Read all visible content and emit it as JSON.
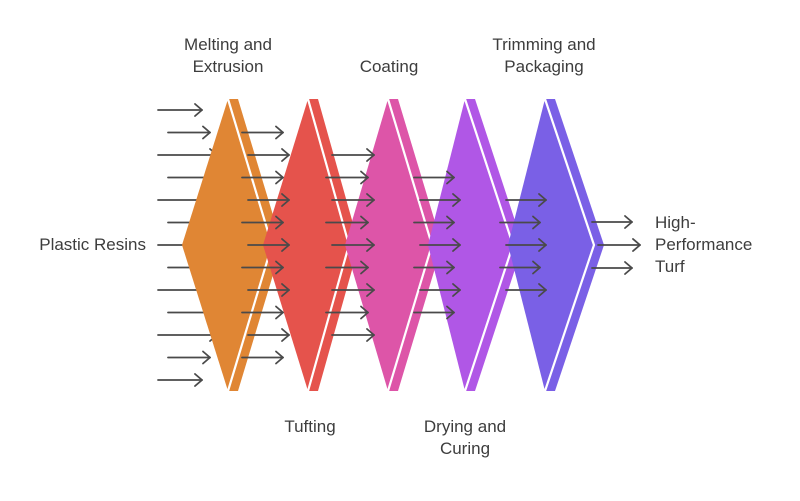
{
  "diagram": {
    "input_label": "Plastic Resins",
    "output_label": "High-\nPerformance\nTurf",
    "stages": [
      {
        "label": "Melting and\nExtrusion",
        "color": "#e08634",
        "position": "top"
      },
      {
        "label": "Tufting",
        "color": "#e5534c",
        "position": "bottom"
      },
      {
        "label": "Coating",
        "color": "#dd55a8",
        "position": "top"
      },
      {
        "label": "Drying and\nCuring",
        "color": "#b057e6",
        "position": "bottom"
      },
      {
        "label": "Trimming and\nPackaging",
        "color": "#7a60e6",
        "position": "top"
      }
    ],
    "arrow_color": "#4a4a4a"
  }
}
